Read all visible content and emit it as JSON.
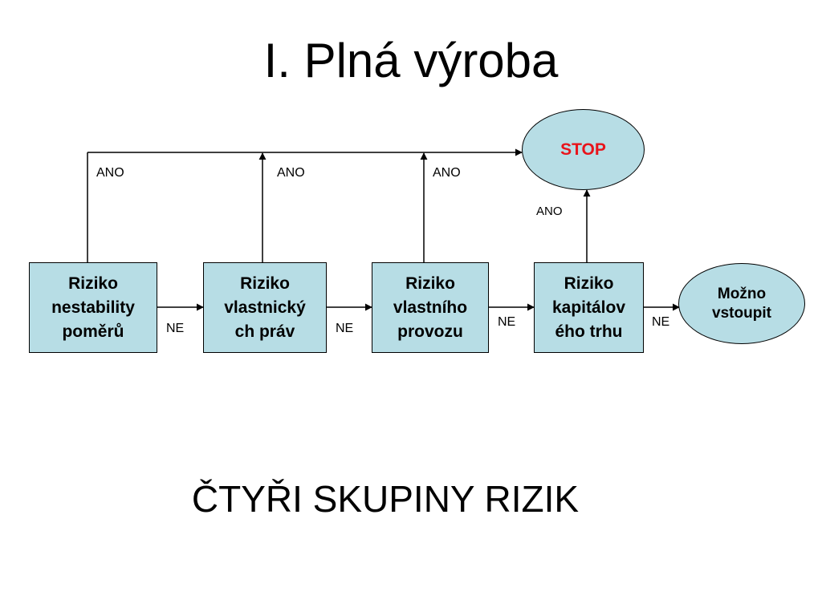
{
  "title": "I. Plná výroba",
  "subtitle": "ČTYŘI SKUPINY RIZIK",
  "nodes": {
    "risk1": "Riziko\nnestability\npoměrů",
    "risk2": "Riziko\nvlastnický\nch práv",
    "risk3": "Riziko\nvlastního\nprovozu",
    "risk4": "Riziko\nkapitálov\ného trhu",
    "stop": "STOP",
    "enter": "Možno\nvstoupit"
  },
  "edges": {
    "yes1": "ANO",
    "yes2": "ANO",
    "yes3": "ANO",
    "yes4": "ANO",
    "no1": "NE",
    "no2": "NE",
    "no3": "NE",
    "no4": "NE"
  },
  "colors": {
    "node_fill": "#b7dde5",
    "stop_text": "#e8141b",
    "line": "#000000"
  }
}
